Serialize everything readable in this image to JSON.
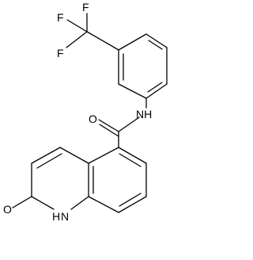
{
  "molecule": {
    "atoms": {
      "F1": "F",
      "F2": "F",
      "F3": "F",
      "NH_amide": "NH",
      "O_carbonyl": "O",
      "O_lactam": "O",
      "H_lactam": "H",
      "N_lactam": "N"
    }
  },
  "colors": {
    "stroke": "#000000",
    "background": "#ffffff"
  }
}
